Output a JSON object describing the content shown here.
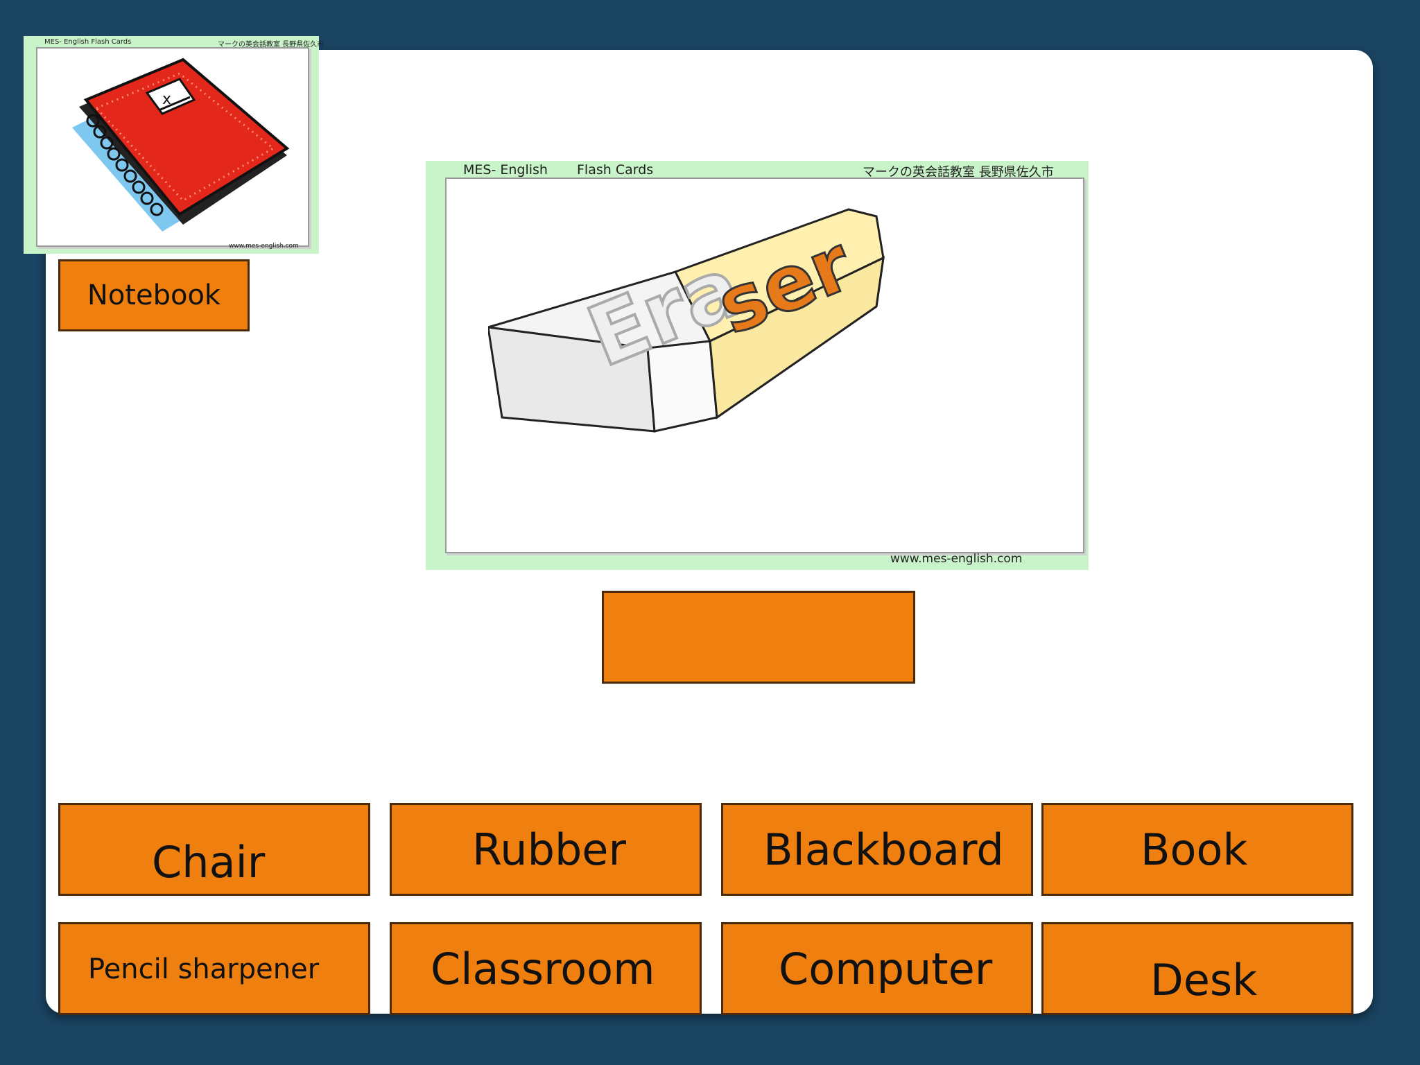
{
  "slide": {
    "small_card": {
      "header_left": "MES- English    Flash Cards",
      "header_right": "マークの英会話教室  長野県佐久市",
      "footer": "www.mes-english.com",
      "label": "Notebook"
    },
    "main_card": {
      "header_left": "MES- English",
      "header_mid": "Flash Cards",
      "header_right": "マークの英会話教室  長野県佐久市",
      "footer": "www.mes-english.com",
      "eraser_text": "Eraser"
    },
    "answer_box_text": "",
    "options": [
      {
        "label": "Chair"
      },
      {
        "label": "Rubber"
      },
      {
        "label": "Blackboard"
      },
      {
        "label": "Book"
      },
      {
        "label": "Pencil sharpener"
      },
      {
        "label": "Classroom"
      },
      {
        "label": "Computer"
      },
      {
        "label": "Desk"
      }
    ],
    "colors": {
      "background": "#1a4462",
      "slide": "#ffffff",
      "button": "#ef8010",
      "card_border": "#c9f3c9"
    }
  }
}
